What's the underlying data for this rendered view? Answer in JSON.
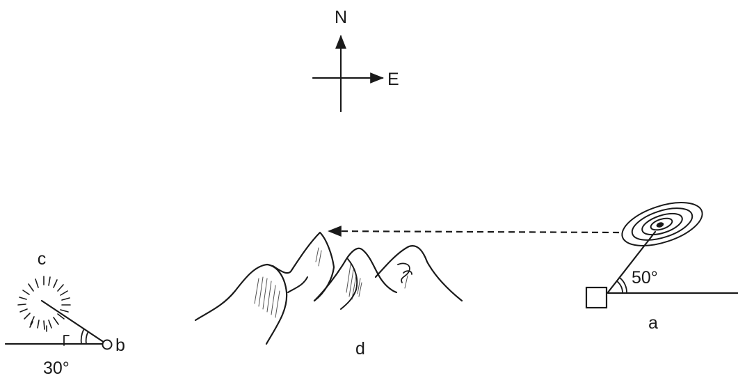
{
  "compass": {
    "north_label": "N",
    "east_label": "E"
  },
  "point_a": {
    "label": "a",
    "angle_label": "50°"
  },
  "point_b": {
    "label": "b",
    "angle_label": "30°"
  },
  "sun": {
    "label": "c"
  },
  "mountains": {
    "label": "d"
  }
}
